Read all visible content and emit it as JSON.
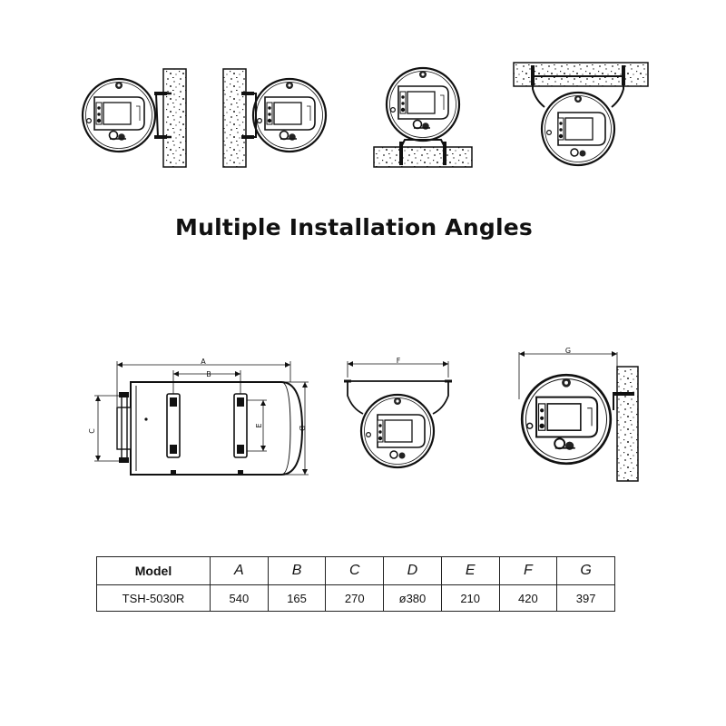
{
  "title": "Multiple Installation Angles",
  "dimension_letters": {
    "A": "A",
    "B": "B",
    "C": "C",
    "D": "D",
    "E": "E",
    "F": "F",
    "G": "G"
  },
  "table": {
    "headers": [
      "Model",
      "A",
      "B",
      "C",
      "D",
      "E",
      "F",
      "G"
    ],
    "rows": [
      [
        "TSH-5030R",
        "540",
        "165",
        "270",
        "ø380",
        "210",
        "420",
        "397"
      ]
    ]
  }
}
